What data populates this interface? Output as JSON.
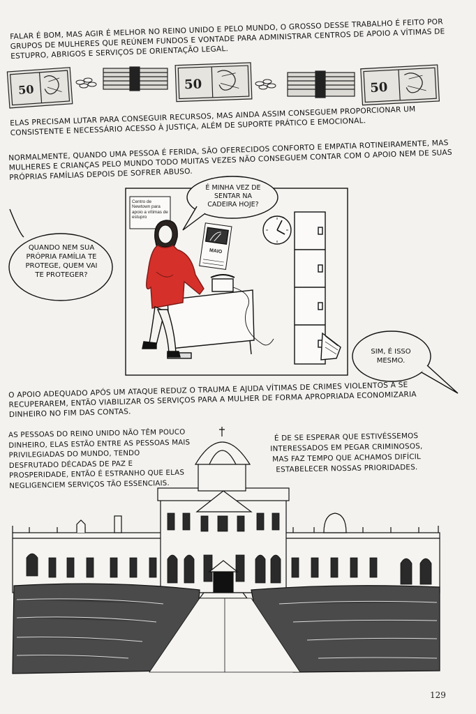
{
  "page": {
    "number": "129"
  },
  "captions": {
    "intro": "Falar é bom, mas agir é melhor No Reino Unido e pelo mundo, o grosso desse trabalho é feito por grupos de mulheres que reúnem fundos e vontade para administrar centros de apoio a vítimas de estupro, abrigos e serviços de orientação legal.",
    "struggle": "Elas precisam lutar para conseguir recursos, mas ainda assim conseguem proporcionar um consistente e necessário acesso à justiça, além de suporte prático e emocional.",
    "normally": "Normalmente, quando uma pessoa é ferida, são oferecidos conforto e empatia rotineiramente, mas mulheres e crianças pelo mundo todo muitas vezes não conseguem contar com o apoio nem de suas próprias famílias depois de sofrer abuso.",
    "support": "O apoio adequado após um ataque reduz o trauma e ajuda vítimas de crimes violentos a se recuperarem, então viabilizar os serviços para a mulher de forma apropriada economizaria dinheiro no fim das contas.",
    "uk_people": "As pessoas do Reino Unido não têm pouco dinheiro, elas estão entre as pessoas mais privilegiadas do mundo, tendo desfrutado décadas de paz e prosperidade, então é estranho que elas negligenciem serviços tão essenciais.",
    "priorities": "É de se esperar que estivéssemos interessados em pegar criminosos, mas faz tempo que achamos difícil estabelecer nossas prioridades."
  },
  "bubbles": {
    "left": "Quando nem sua própria família te protege, quem vai te proteger?",
    "top": "É minha vez de sentar na cadeira hoje?",
    "right": "Sim, é isso mesmo."
  },
  "panel": {
    "sign": "Centro de Newtown para apoio a vítimas de estupro",
    "calendar_month": "MAIO"
  },
  "banknotes": {
    "denomination": "50"
  }
}
